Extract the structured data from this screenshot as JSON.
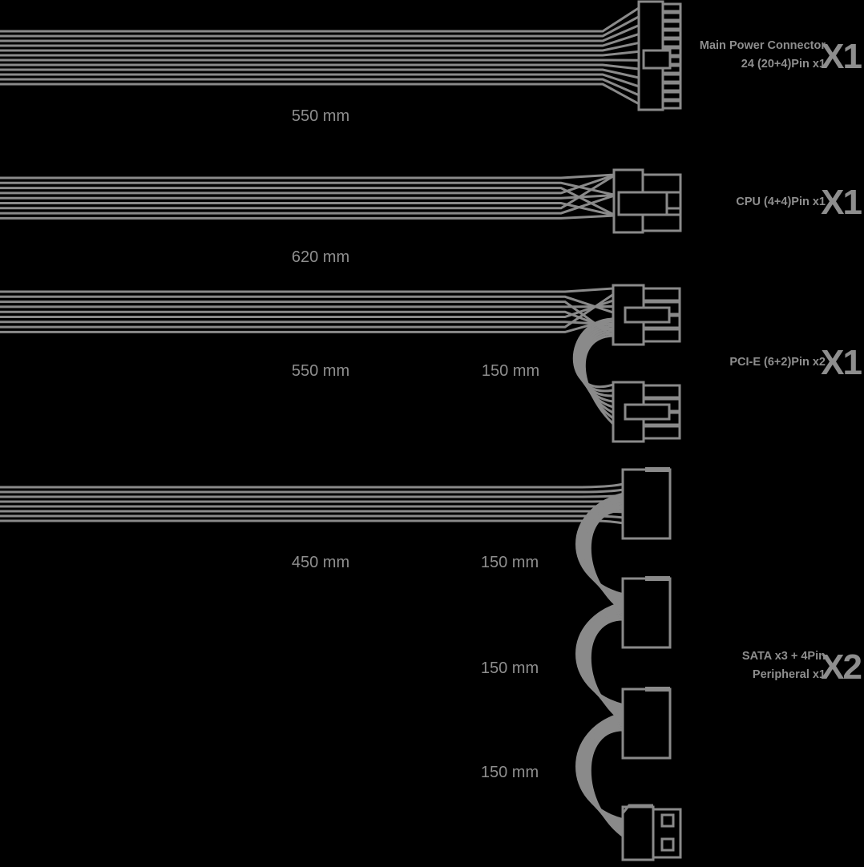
{
  "colors": {
    "background": "#000000",
    "cable": "#8a8a8a",
    "text": "#8e8e8e"
  },
  "cables": [
    {
      "name": "main-power",
      "label_lines": [
        "Main Power Connector",
        "24 (20+4)Pin x1"
      ],
      "quantity": "X1",
      "lengths": [
        "550 mm"
      ]
    },
    {
      "name": "cpu",
      "label_lines": [
        "CPU (4+4)Pin x1"
      ],
      "quantity": "X1",
      "lengths": [
        "620 mm"
      ]
    },
    {
      "name": "pcie",
      "label_lines": [
        "PCI-E (6+2)Pin x2"
      ],
      "quantity": "X1",
      "lengths": [
        "550 mm",
        "150 mm"
      ]
    },
    {
      "name": "sata",
      "label_lines": [
        "SATA x3 + 4Pin",
        "Peripheral x1"
      ],
      "quantity": "X2",
      "lengths": [
        "450 mm",
        "150 mm",
        "150 mm",
        "150 mm"
      ]
    }
  ]
}
